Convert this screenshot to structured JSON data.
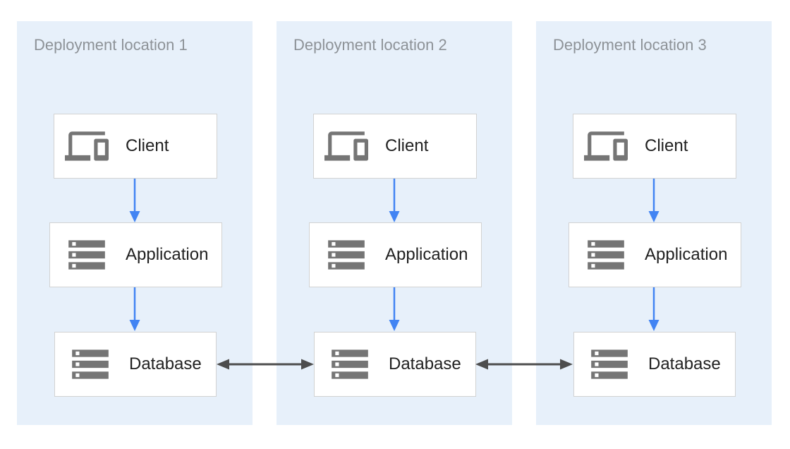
{
  "diagram": {
    "panels": [
      {
        "title": "Deployment location 1",
        "nodes": [
          {
            "label": "Client",
            "icon": "devices-icon"
          },
          {
            "label": "Application",
            "icon": "server-stack-icon"
          },
          {
            "label": "Database",
            "icon": "server-stack-icon"
          }
        ]
      },
      {
        "title": "Deployment location 2",
        "nodes": [
          {
            "label": "Client",
            "icon": "devices-icon"
          },
          {
            "label": "Application",
            "icon": "server-stack-icon"
          },
          {
            "label": "Database",
            "icon": "server-stack-icon"
          }
        ]
      },
      {
        "title": "Deployment location 3",
        "nodes": [
          {
            "label": "Client",
            "icon": "devices-icon"
          },
          {
            "label": "Application",
            "icon": "server-stack-icon"
          },
          {
            "label": "Database",
            "icon": "server-stack-icon"
          }
        ]
      }
    ],
    "arrows": {
      "flow": [
        {
          "panel": 1,
          "from": "Client",
          "to": "Application",
          "direction": "down"
        },
        {
          "panel": 1,
          "from": "Application",
          "to": "Database",
          "direction": "down"
        },
        {
          "panel": 2,
          "from": "Client",
          "to": "Application",
          "direction": "down"
        },
        {
          "panel": 2,
          "from": "Application",
          "to": "Database",
          "direction": "down"
        },
        {
          "panel": 3,
          "from": "Client",
          "to": "Application",
          "direction": "down"
        },
        {
          "panel": 3,
          "from": "Application",
          "to": "Database",
          "direction": "down"
        }
      ],
      "replication": [
        {
          "from": "Database (Deployment location 1)",
          "to": "Database (Deployment location 2)",
          "bidirectional": true
        },
        {
          "from": "Database (Deployment location 2)",
          "to": "Database (Deployment location 3)",
          "bidirectional": true
        }
      ]
    },
    "colors": {
      "panel_background": "#E7F0FA",
      "panel_title_text": "#8D9297",
      "node_background": "#FFFFFF",
      "node_border": "#D2D2D2",
      "node_label_text": "#212121",
      "icon_gray": "#757575",
      "flow_arrow_blue": "#4284F3",
      "replication_arrow_gray": "#4D4D4D"
    }
  }
}
